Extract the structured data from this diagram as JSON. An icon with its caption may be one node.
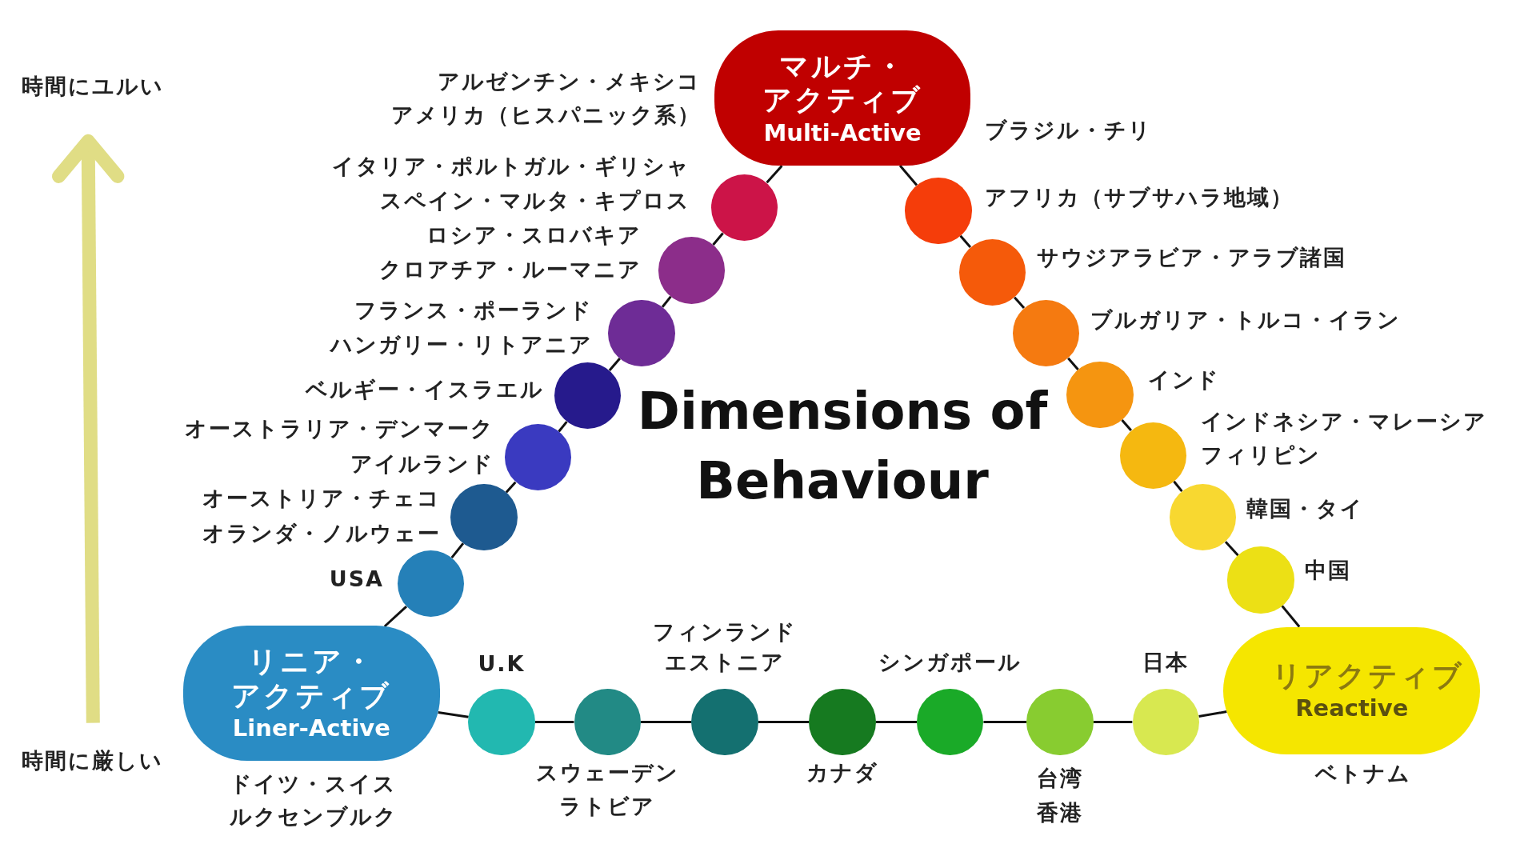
{
  "diagram": {
    "title": "Dimensions of Behaviour",
    "nodes": [
      {
        "text": [
          "マルチ・アクティブ",
          "Multi-Active"
        ],
        "beside": [
          "アルゼンチン・メキシコ",
          "アメリカ（ヒスパニック系）",
          "ブラジル・チリ"
        ]
      },
      {
        "text": [],
        "shape": "circle",
        "beside": [
          "イタリア・ポルトガル・ギリシャ",
          "スペイン・マルタ・キプロス"
        ]
      },
      {
        "text": [],
        "shape": "circle",
        "beside": [
          "ロシア・スロバキア",
          "クロアチア・ルーマニア"
        ]
      },
      {
        "text": [],
        "shape": "circle",
        "beside": [
          "フランス・ポーランド",
          "ハンガリー・リトアニア"
        ]
      },
      {
        "text": [],
        "shape": "circle",
        "beside": [
          "ベルギー・イスラエル"
        ]
      },
      {
        "text": [],
        "shape": "circle",
        "beside": [
          "オーストラリア・デンマーク",
          "アイルランド"
        ]
      },
      {
        "text": [],
        "shape": "circle",
        "beside": [
          "オーストリア・チェコ",
          "オランダ・ノルウェー"
        ]
      },
      {
        "text": [],
        "shape": "circle",
        "beside": [
          "USA"
        ]
      },
      {
        "text": [],
        "shape": "circle",
        "beside": [
          "アフリカ（サブサハラ地域）"
        ]
      },
      {
        "text": [],
        "shape": "circle",
        "beside": [
          "サウジアラビア・アラブ諸国"
        ]
      },
      {
        "text": [],
        "shape": "circle",
        "beside": [
          "ブルガリア・トルコ・イラン"
        ]
      },
      {
        "text": [],
        "shape": "circle",
        "beside": [
          "インド"
        ]
      },
      {
        "text": [],
        "shape": "circle",
        "beside": [
          "インドネシア・マレーシア",
          "フィリピン"
        ]
      },
      {
        "text": [],
        "shape": "circle",
        "beside": [
          "韓国・タイ"
        ]
      },
      {
        "text": [],
        "shape": "circle",
        "beside": [
          "中国"
        ]
      },
      {
        "text": [
          "リニア・アクティブ",
          "Liner-Active"
        ],
        "beside": [
          "ドイツ・スイス",
          "ルクセンブルク"
        ]
      },
      {
        "text": [],
        "shape": "circle",
        "beside": [
          "U.K"
        ]
      },
      {
        "text": [],
        "shape": "circle",
        "beside": [
          "スウェーデン",
          "ラトビア"
        ]
      },
      {
        "text": [],
        "shape": "circle",
        "beside": [
          "フィンランド",
          "エストニア"
        ]
      },
      {
        "text": [],
        "shape": "circle",
        "beside": [
          "カナダ"
        ]
      },
      {
        "text": [],
        "shape": "circle",
        "beside": [
          "シンガポール"
        ]
      },
      {
        "text": [],
        "shape": "circle",
        "beside": [
          "台湾",
          "香港"
        ]
      },
      {
        "text": [],
        "shape": "circle",
        "beside": [
          "日本"
        ]
      },
      {
        "text": [
          "リアクティブ",
          "Reactive"
        ],
        "beside": [
          "ベトナム"
        ]
      }
    ],
    "edges": [
      {
        "from": 0,
        "to": 1,
        "arrow": "none"
      },
      {
        "from": 1,
        "to": 2,
        "arrow": "none"
      },
      {
        "from": 2,
        "to": 3,
        "arrow": "none"
      },
      {
        "from": 3,
        "to": 4,
        "arrow": "none"
      },
      {
        "from": 4,
        "to": 5,
        "arrow": "none"
      },
      {
        "from": 5,
        "to": 6,
        "arrow": "none"
      },
      {
        "from": 6,
        "to": 7,
        "arrow": "none"
      },
      {
        "from": 7,
        "to": 15,
        "arrow": "none"
      },
      {
        "from": 0,
        "to": 8,
        "arrow": "none"
      },
      {
        "from": 8,
        "to": 9,
        "arrow": "none"
      },
      {
        "from": 9,
        "to": 10,
        "arrow": "none"
      },
      {
        "from": 10,
        "to": 11,
        "arrow": "none"
      },
      {
        "from": 11,
        "to": 12,
        "arrow": "none"
      },
      {
        "from": 12,
        "to": 13,
        "arrow": "none"
      },
      {
        "from": 13,
        "to": 14,
        "arrow": "none"
      },
      {
        "from": 14,
        "to": 23,
        "arrow": "none"
      },
      {
        "from": 15,
        "to": 16,
        "arrow": "none"
      },
      {
        "from": 16,
        "to": 17,
        "arrow": "none"
      },
      {
        "from": 17,
        "to": 18,
        "arrow": "none"
      },
      {
        "from": 18,
        "to": 19,
        "arrow": "none"
      },
      {
        "from": 19,
        "to": 20,
        "arrow": "none"
      },
      {
        "from": 20,
        "to": 21,
        "arrow": "none"
      },
      {
        "from": 21,
        "to": 22,
        "arrow": "none"
      },
      {
        "from": 22,
        "to": 23,
        "arrow": "none"
      }
    ],
    "labels": [
      "時間にユルい",
      "時間に厳しい"
    ]
  }
}
